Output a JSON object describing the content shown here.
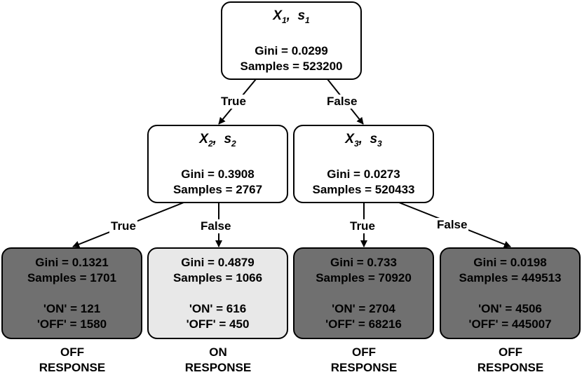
{
  "root": {
    "var": "X",
    "var_sub": "1",
    "thr": "s",
    "thr_sub": "1",
    "gini": "Gini = 0.0299",
    "samples": "Samples = 523200"
  },
  "left": {
    "var": "X",
    "var_sub": "2",
    "thr": "s",
    "thr_sub": "2",
    "gini": "Gini = 0.3908",
    "samples": "Samples = 2767"
  },
  "right": {
    "var": "X",
    "var_sub": "3",
    "thr": "s",
    "thr_sub": "3",
    "gini": "Gini = 0.0273",
    "samples": "Samples = 520433"
  },
  "edges": {
    "root_true": "True",
    "root_false": "False",
    "left_true": "True",
    "left_false": "False",
    "right_true": "True",
    "right_false": "False"
  },
  "leaves": [
    {
      "gini": "Gini = 0.1321",
      "samples": "Samples = 1701",
      "on": "'ON' = 121",
      "off": "'OFF' = 1580",
      "resp1": "OFF",
      "resp2": "RESPONSE"
    },
    {
      "gini": "Gini = 0.4879",
      "samples": "Samples = 1066",
      "on": "'ON' = 616",
      "off": "'OFF' = 450",
      "resp1": "ON",
      "resp2": "RESPONSE"
    },
    {
      "gini": "Gini = 0.733",
      "samples": "Samples = 70920",
      "on": "'ON' = 2704",
      "off": "'OFF' = 68216",
      "resp1": "OFF",
      "resp2": "RESPONSE"
    },
    {
      "gini": "Gini = 0.0198",
      "samples": "Samples = 449513",
      "on": "'ON' = 4506",
      "off": "'OFF' = 445007",
      "resp1": "OFF",
      "resp2": "RESPONSE"
    }
  ],
  "colors": {
    "leaf_off": "#707070",
    "leaf_on": "#e8e8e8",
    "split": "#ffffff",
    "line": "#000000"
  }
}
